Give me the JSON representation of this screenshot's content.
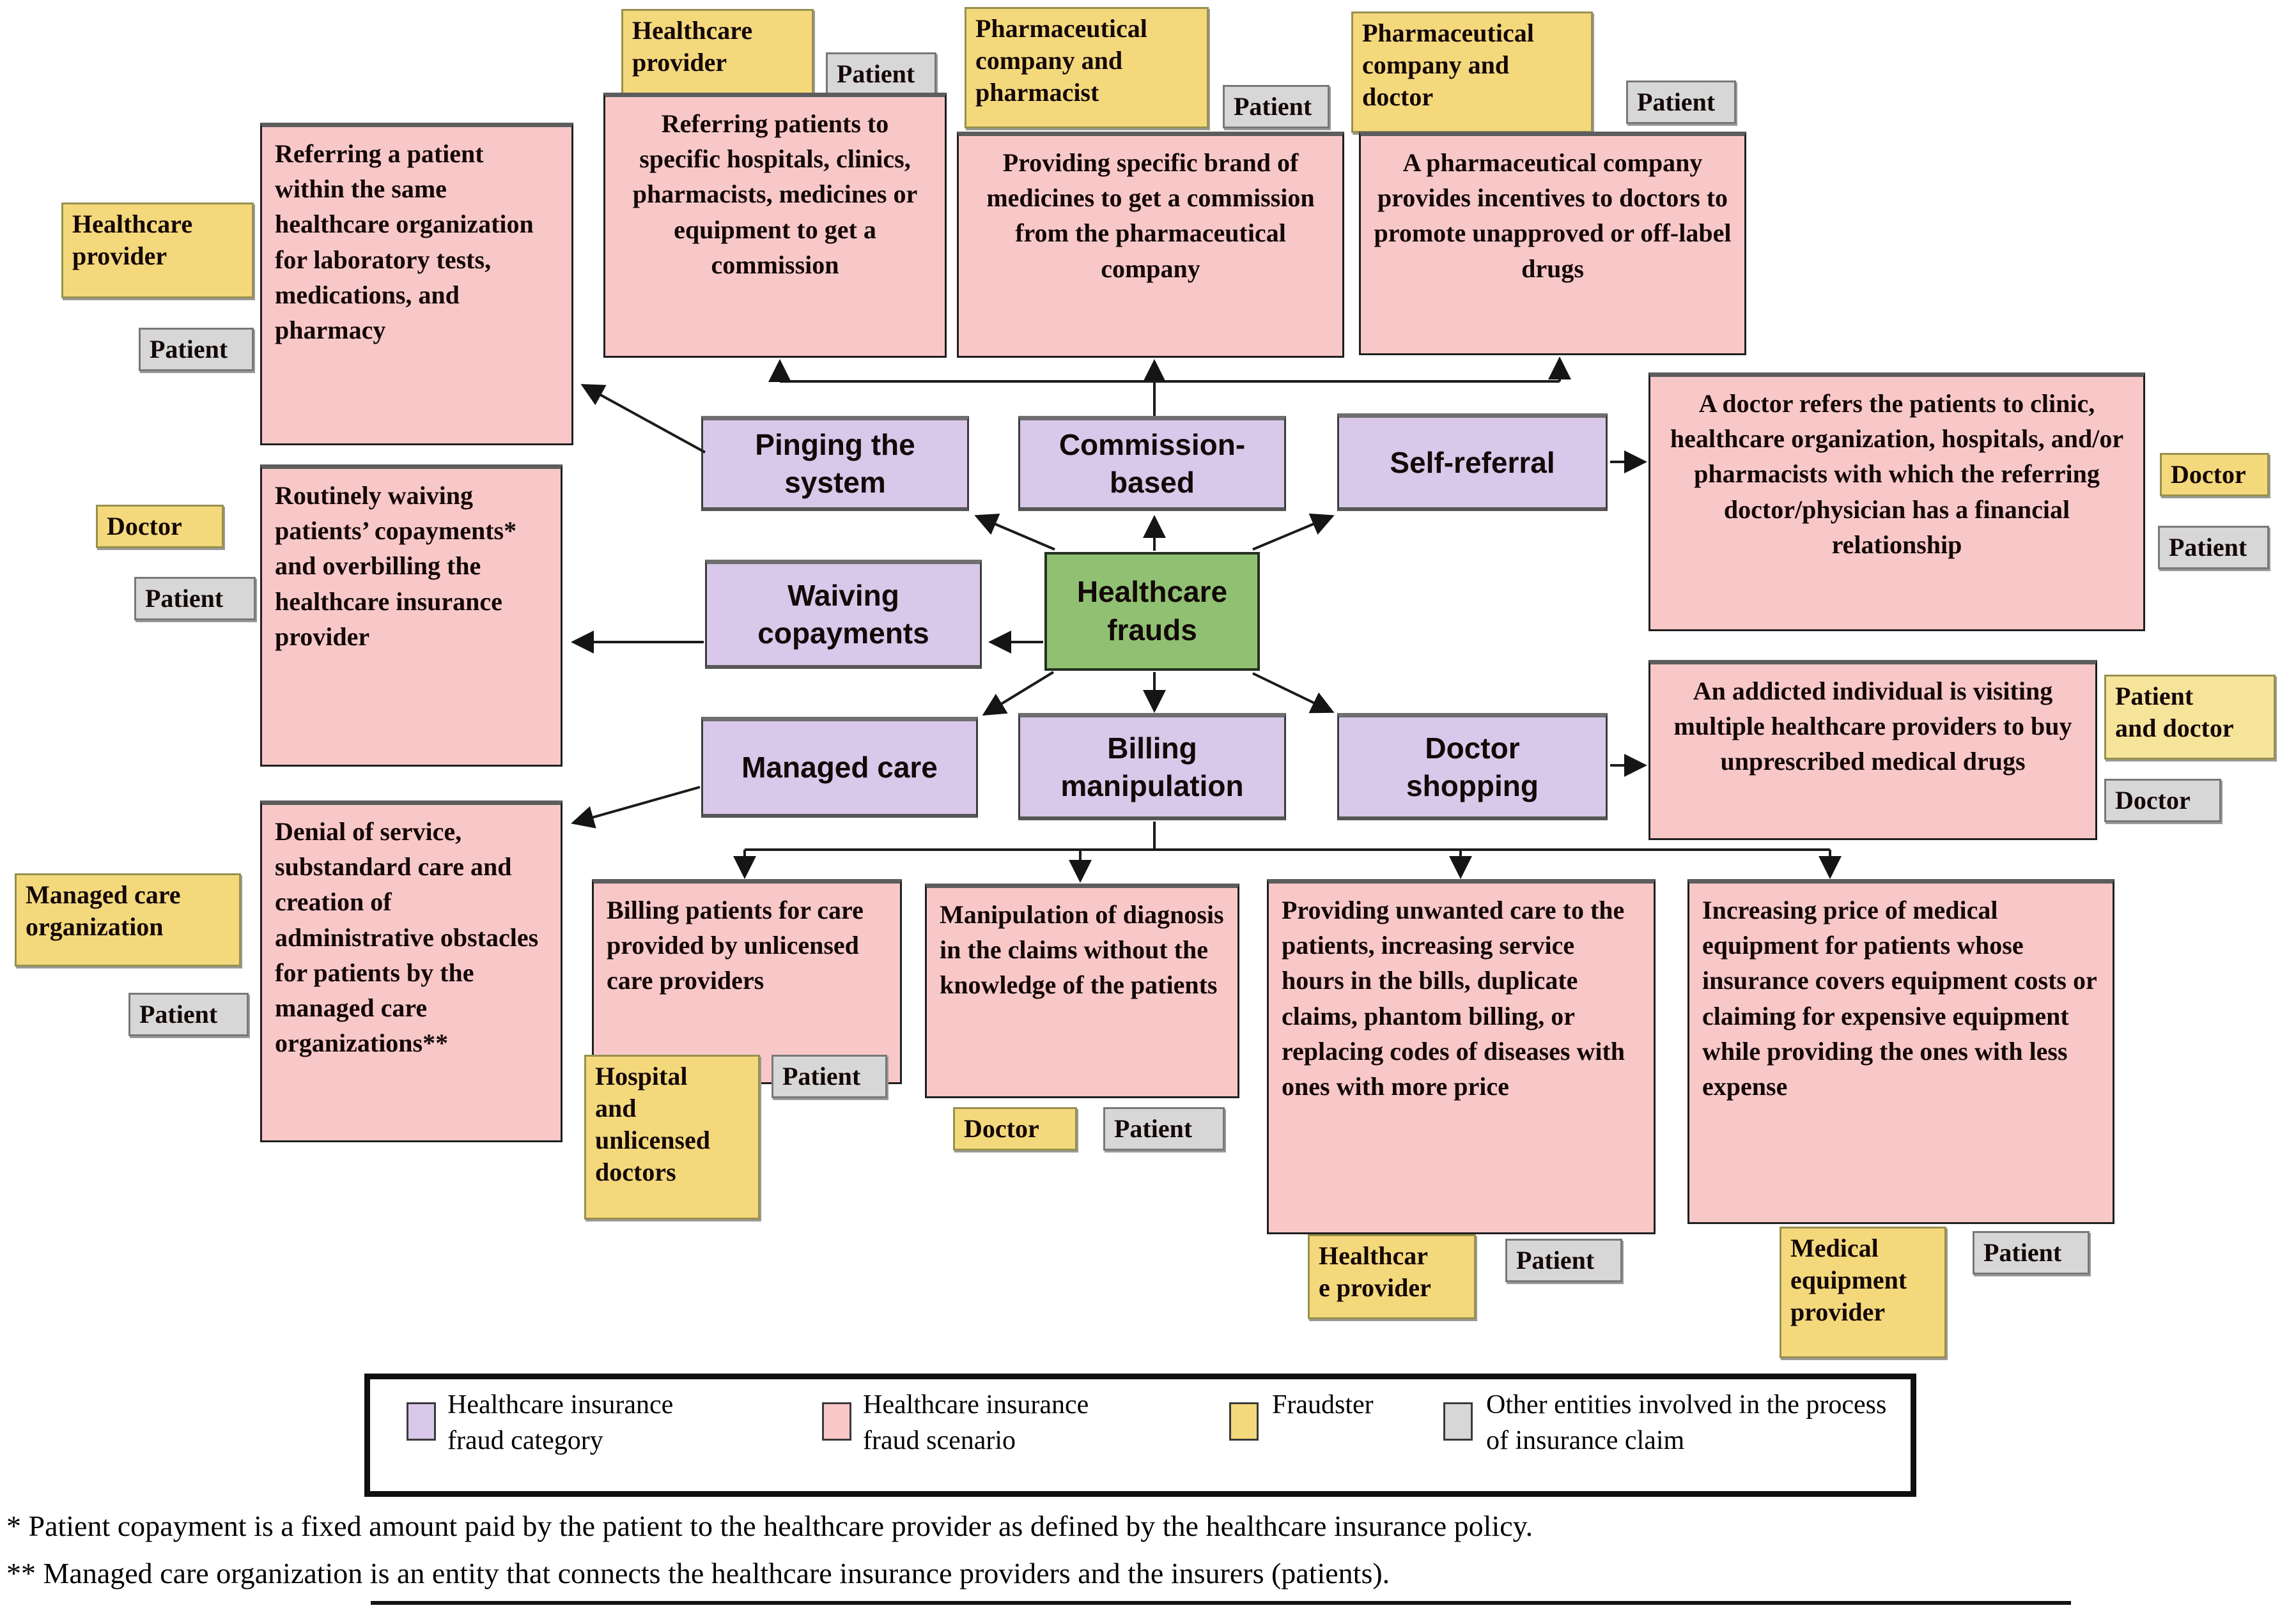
{
  "root": {
    "label": "Healthcare frauds"
  },
  "categories": {
    "pinging": "Pinging the system",
    "commission": "Commission-based",
    "self_referral": "Self-referral",
    "waiving": "Waiving copayments",
    "managed_care": "Managed care",
    "billing": "Billing manipulation",
    "doctor_shopping": "Doctor shopping"
  },
  "scenarios": {
    "referring_within_org": "Referring a patient within the same healthcare organization for laboratory tests, medications, and pharmacy",
    "referring_specific": "Referring patients to specific hospitals, clinics, pharmacists, medicines or equipment to get a commission",
    "providing_brand": "Providing specific brand of medicines to get a commission from the pharmaceutical company",
    "pharma_incentives": "A pharmaceutical company provides incentives to doctors to promote unapproved or off-label drugs",
    "waiving_copayments": "Routinely waiving patients’ copayments* and overbilling the healthcare insurance provider",
    "self_referral_financial": "A doctor refers the patients to clinic, healthcare organization, hospitals, and/or pharmacists with which the referring doctor/physician has a financial relationship",
    "denial_of_service": "Denial of service, substandard care and creation of administrative obstacles for patients by the managed care organizations**",
    "addicted_individual": "An addicted individual is visiting multiple healthcare providers to buy unprescribed medical drugs",
    "billing_unlicensed": "Billing patients for care provided by unlicensed care providers",
    "manipulation_diagnosis": "Manipulation of diagnosis in the claims without the knowledge of the patients",
    "unwanted_care": "Providing unwanted care to the patients, increasing service hours in the bills, duplicate claims, phantom billing, or replacing codes of diseases with ones with more price",
    "equipment_price": "Increasing price of medical equipment for patients whose insurance covers equipment costs or claiming for expensive equipment while providing the ones with less expense"
  },
  "entities": {
    "patient": "Patient",
    "doctor": "Doctor",
    "healthcare_provider": "Healthcare provider",
    "pharma_company_pharmacist": "Pharmaceutical company and pharmacist",
    "pharma_company_doctor": "Pharmaceutical company and doctor",
    "managed_care_organization": "Managed care organization",
    "hospital_unlicensed": {
      "lines": [
        "Hospital",
        "and",
        "unlicensed",
        "doctors"
      ]
    },
    "healthcare_provider_split": {
      "lines": [
        "Healthcar",
        "e provider"
      ]
    },
    "patient_and_doctor": {
      "lines": [
        "Patient",
        "and doctor"
      ]
    },
    "medical_equipment_provider": "Medical equipment provider"
  },
  "legend": {
    "items": [
      {
        "swatch": "category",
        "label": "Healthcare insurance fraud category"
      },
      {
        "swatch": "scenario",
        "label": "Healthcare insurance fraud scenario"
      },
      {
        "swatch": "fraudster",
        "label": "Fraudster"
      },
      {
        "swatch": "other",
        "label": "Other entities involved in the process of insurance claim"
      }
    ]
  },
  "footnotes": {
    "copayment": "* Patient copayment is a fixed amount paid by the patient to the healthcare provider as defined by the healthcare insurance policy.",
    "managed_care": "** Managed care organization is an entity that connects the healthcare insurance providers and the insurers (patients)."
  },
  "colors": {
    "category": "#d9c8ea",
    "scenario": "#f8c8c8",
    "fraudster": "#f4d97c",
    "fraudster_light": "#f7e49b",
    "other": "#d7d7d7",
    "root": "#90c173"
  }
}
